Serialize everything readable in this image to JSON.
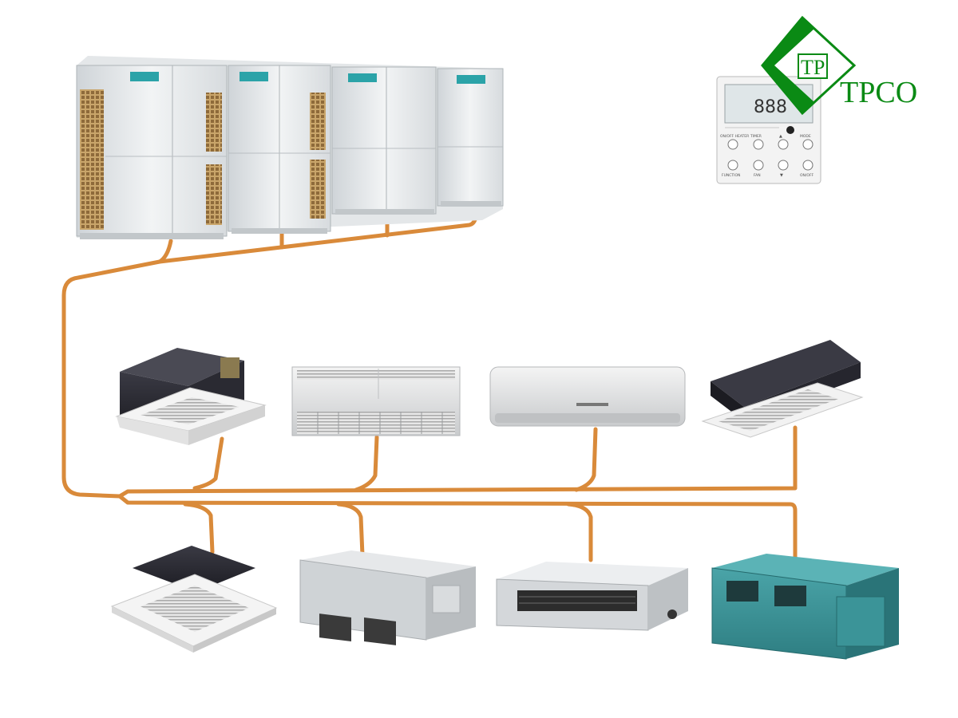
{
  "brand": {
    "logo_monogram": "TP",
    "logo_name": "TPCO",
    "logo_color": "#0a8a14"
  },
  "pipe": {
    "color": "#d98a3a"
  },
  "controller": {
    "display": "888",
    "top_buttons": [
      "ON/OFF HEATER",
      "TIMER",
      "▲",
      "MODE"
    ],
    "bottom_buttons": [
      "FUNCTION",
      "FAN",
      "▼",
      "ON/OFF"
    ]
  },
  "outdoor_units": {
    "count": 4
  },
  "indoor_units_top": [
    "4-way-cassette",
    "floor-ceiling",
    "wall-mounted",
    "1-way-cassette"
  ],
  "indoor_units_bottom": [
    "compact-cassette",
    "high-static-duct",
    "slim-duct",
    "ducted-ahu"
  ]
}
